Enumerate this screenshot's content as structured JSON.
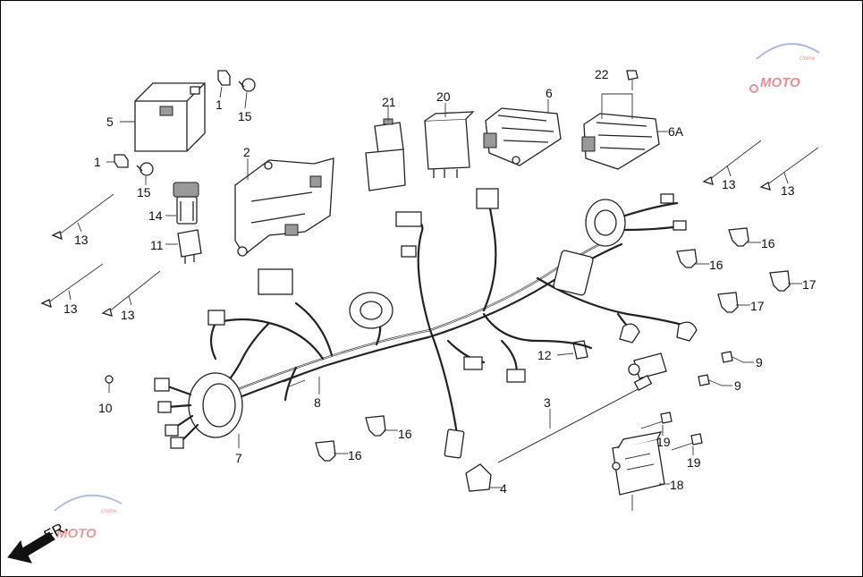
{
  "diagram": {
    "callouts": {
      "c1a": "1",
      "c1b": "1",
      "c2": "2",
      "c3": "3",
      "c4": "4",
      "c5": "5",
      "c6": "6",
      "c6a": "6A",
      "c7": "7",
      "c8": "8",
      "c9a": "9",
      "c9b": "9",
      "c10": "10",
      "c11": "11",
      "c12": "12",
      "c13a": "13",
      "c13b": "13",
      "c13c": "13",
      "c13d": "13",
      "c13e": "13",
      "c14": "14",
      "c15a": "15",
      "c15b": "15",
      "c16a": "16",
      "c16b": "16",
      "c16c": "16",
      "c16d": "16",
      "c17a": "17",
      "c17b": "17",
      "c18": "18",
      "c19a": "19",
      "c19b": "19",
      "c20": "20",
      "c21": "21",
      "c22": "22"
    },
    "direction_label": "FR.",
    "watermark": {
      "text": "MOTO",
      "subtext": "Online"
    },
    "colors": {
      "line": "#222222",
      "watermark_red": "#d0353b",
      "watermark_blue": "#6c7fc4"
    }
  }
}
